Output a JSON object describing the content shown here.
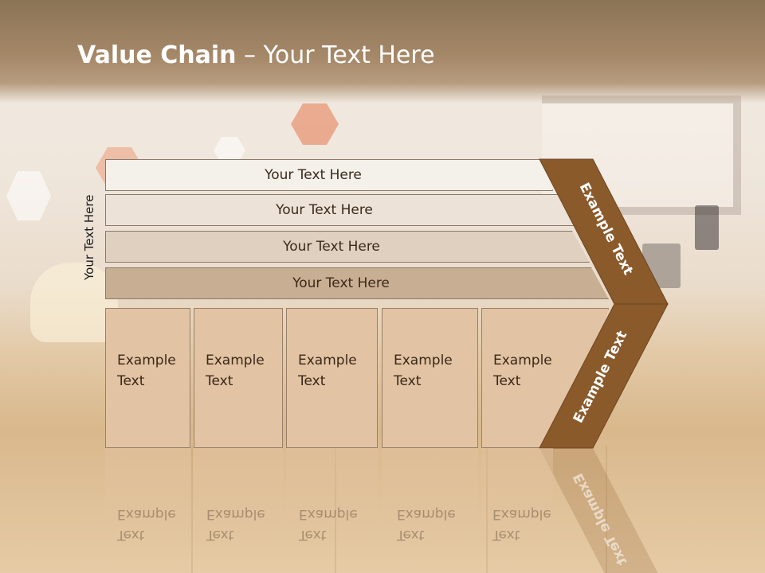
{
  "slide": {
    "title_bold": "Value Chain",
    "title_rest": " – Your Text Here"
  },
  "side_label": "Your Text Here",
  "rows": [
    {
      "label": "Your Text Here"
    },
    {
      "label": "Your Text Here"
    },
    {
      "label": "Your Text Here"
    },
    {
      "label": "Your Text Here"
    }
  ],
  "boxes": [
    {
      "line1": "Example",
      "line2": "Text"
    },
    {
      "line1": "Example",
      "line2": "Text"
    },
    {
      "line1": "Example",
      "line2": "Text"
    },
    {
      "line1": "Example",
      "line2": "Text"
    },
    {
      "line1": "Example",
      "line2": "Text"
    }
  ],
  "chevron": {
    "upper_label": "Example Text",
    "lower_label": "Example Text",
    "color": "#8b5a2b"
  },
  "colors": {
    "title_bar": "#9c8060",
    "row1": "#f4f0ea",
    "row2": "#ece2d8",
    "row3": "#dfd0c0",
    "row4": "#c8ae92",
    "box": "#e2c3a3"
  }
}
